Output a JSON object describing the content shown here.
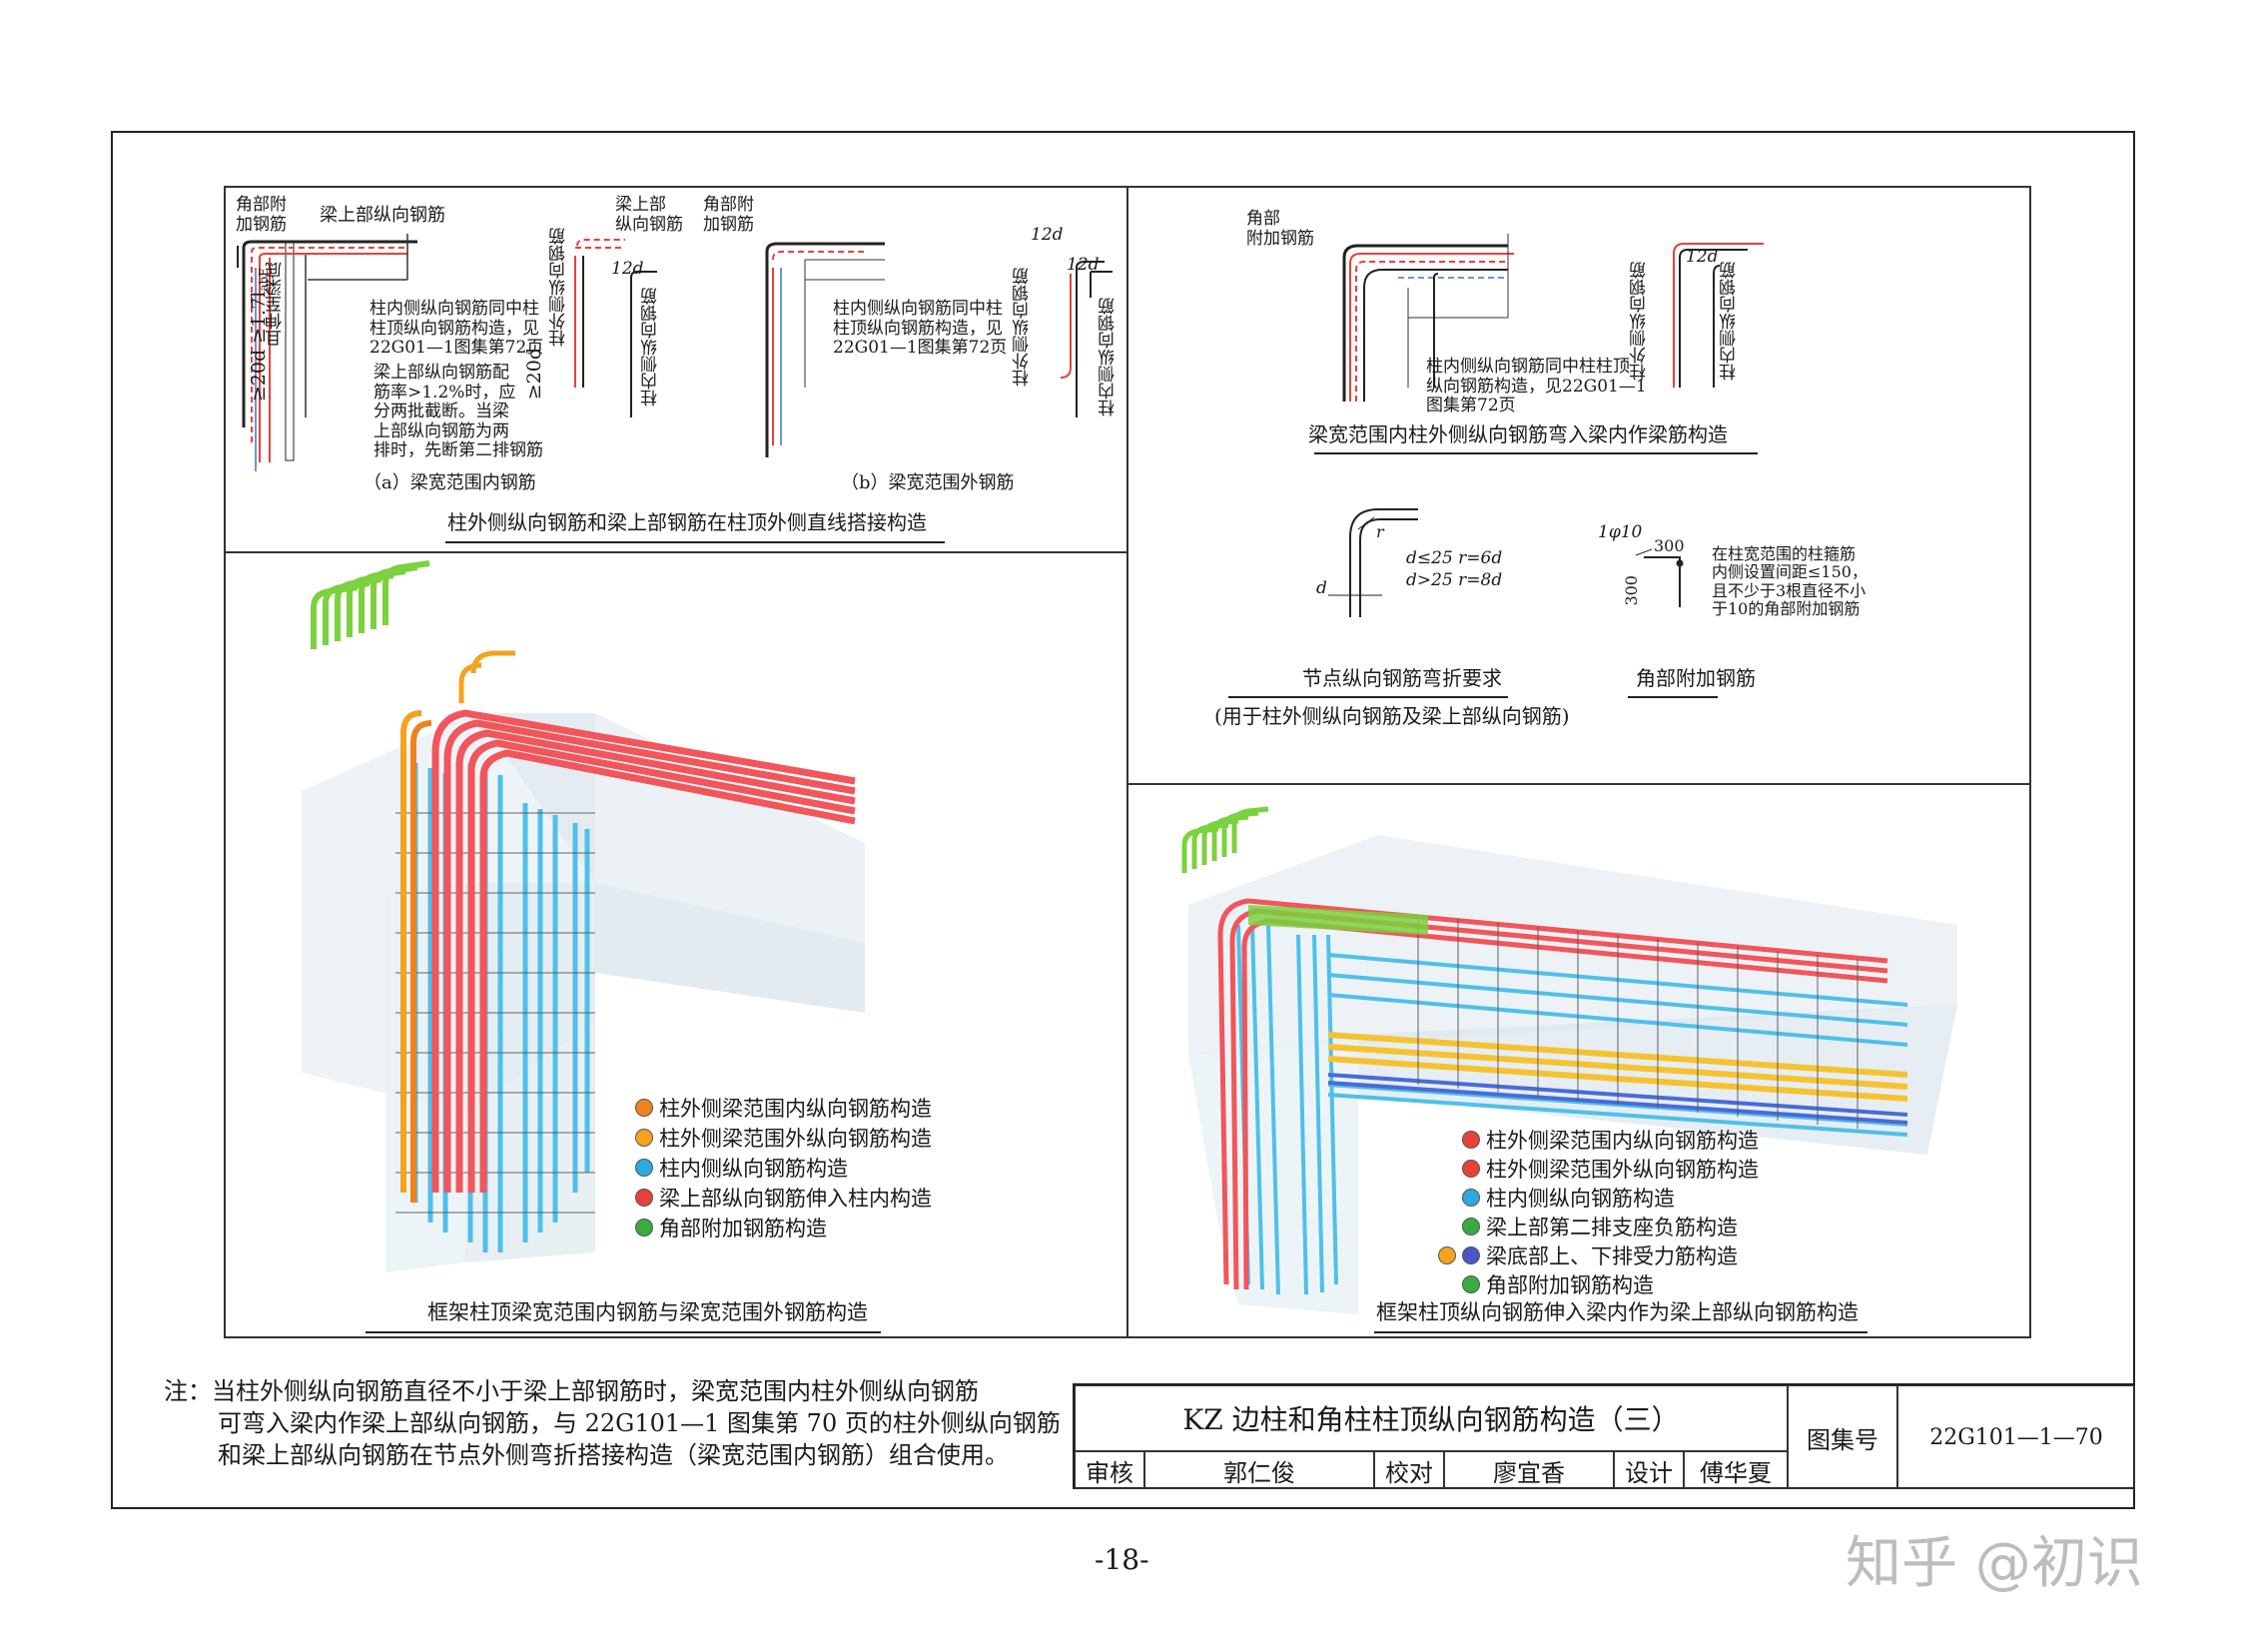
{
  "panel_a": {
    "label_corner": "角部附\n加钢筋",
    "label_beam_top": "梁上部纵向钢筋",
    "label_inner": "柱内侧纵向钢筋同中柱\n柱顶纵向钢筋构造，见\n22G01—1图集第72页",
    "label_note": "梁上部纵向钢筋配\n筋率>1.2%时，应\n分两批截断。当梁\n上部纵向钢筋为两\n排时，先断第二排钢筋",
    "dim_1": "≥20d ≥1.7l",
    "dim_1_sub": "abE",
    "dim_1b": "且伸至梁底",
    "dim_2": "≥20d",
    "outer_bar": "柱外侧纵向钢筋",
    "inner_bar": "柱内侧纵向钢筋",
    "label_12d": "12d",
    "caption": "（a）梁宽范围内钢筋"
  },
  "panel_b": {
    "label_beam_top": "梁上部\n纵向钢筋",
    "label_corner": "角部附\n加钢筋",
    "label_inner": "柱内侧纵向钢筋同中柱\n柱顶纵向钢筋构造，见\n22G01—1图集第72页",
    "label_12d": "12d",
    "outer_bar": "柱外侧纵向钢筋",
    "inner_bar": "柱内侧纵向钢筋",
    "caption": "（b）梁宽范围外钢筋"
  },
  "top_left_title": "柱外侧纵向钢筋和梁上部钢筋在柱顶外侧直线搭接构造",
  "top_right": {
    "label_corner": "角部\n附加钢筋",
    "label_inner": "柱内侧纵向钢筋同中柱柱顶\n纵向钢筋构造，见22G01—1\n图集第72页",
    "label_12d": "12d",
    "outer_bar": "柱外侧纵向钢筋",
    "inner_bar": "柱内侧纵向钢筋",
    "title": "梁宽范围内柱外侧纵向钢筋弯入梁内作梁筋构造"
  },
  "bend": {
    "rule1": "d≤25  r=6d",
    "rule2": "d>25  r=8d",
    "label_d": "d",
    "label_r": "r",
    "title": "节点纵向钢筋弯折要求",
    "subtitle": "(用于柱外侧纵向钢筋及梁上部纵向钢筋)"
  },
  "corner_bar": {
    "spec": "1φ10",
    "dim_h": "300",
    "dim_v": "300",
    "note": "在柱宽范围的柱箍筋\n内侧设置间距≤150，\n且不少于3根直径不小\n于10的角部附加钢筋",
    "title": "角部附加钢筋"
  },
  "legend_left": [
    {
      "label": "柱外侧梁范围内纵向钢筋构造",
      "color": "#f0821e"
    },
    {
      "label": "柱外侧梁范围外纵向钢筋构造",
      "color": "#f5a21e"
    },
    {
      "label": "柱内侧纵向钢筋构造",
      "color": "#2fa7e0"
    },
    {
      "label": "梁上部纵向钢筋伸入柱内构造",
      "color": "#e8413c"
    },
    {
      "label": "角部附加钢筋构造",
      "color": "#3bab3f"
    }
  ],
  "legend_right": [
    {
      "label": "柱外侧梁范围内纵向钢筋构造",
      "color": "#e8413c"
    },
    {
      "label": "柱外侧梁范围外纵向钢筋构造",
      "color": "#e8413c"
    },
    {
      "label": "柱内侧纵向钢筋构造",
      "color": "#2fa7e0"
    },
    {
      "label": "梁上部第二排支座负筋构造",
      "color": "#3bab3f"
    },
    {
      "label": "梁底部上、下排受力筋构造",
      "color": "#f5a21e",
      "color2": "#4a55c8"
    },
    {
      "label": "角部附加钢筋构造",
      "color": "#3bab3f"
    }
  ],
  "bottom_left_title": "框架柱顶梁宽范围内钢筋与梁宽范围外钢筋构造",
  "bottom_right_title": "框架柱顶纵向钢筋伸入梁内作为梁上部纵向钢筋构造",
  "note": {
    "line1": "注：当柱外侧纵向钢筋直径不小于梁上部钢筋时，梁宽范围内柱外侧纵向钢筋",
    "line2": "可弯入梁内作梁上部纵向钢筋，与 22G101—1 图集第 70 页的柱外侧纵向钢筋",
    "line3": "和梁上部纵向钢筋在节点外侧弯折搭接构造（梁宽范围内钢筋）组合使用。"
  },
  "titleblock": {
    "title": "KZ 边柱和角柱柱顶纵向钢筋构造（三）",
    "atlas_label": "图集号",
    "atlas_no": "22G101—1—70",
    "review_label": "审核",
    "review_name": "郭仁俊",
    "check_label": "校对",
    "check_name": "廖宜香",
    "design_label": "设计",
    "design_name": "傅华夏"
  },
  "page_no": "-18-",
  "watermark": "知乎 @初识"
}
